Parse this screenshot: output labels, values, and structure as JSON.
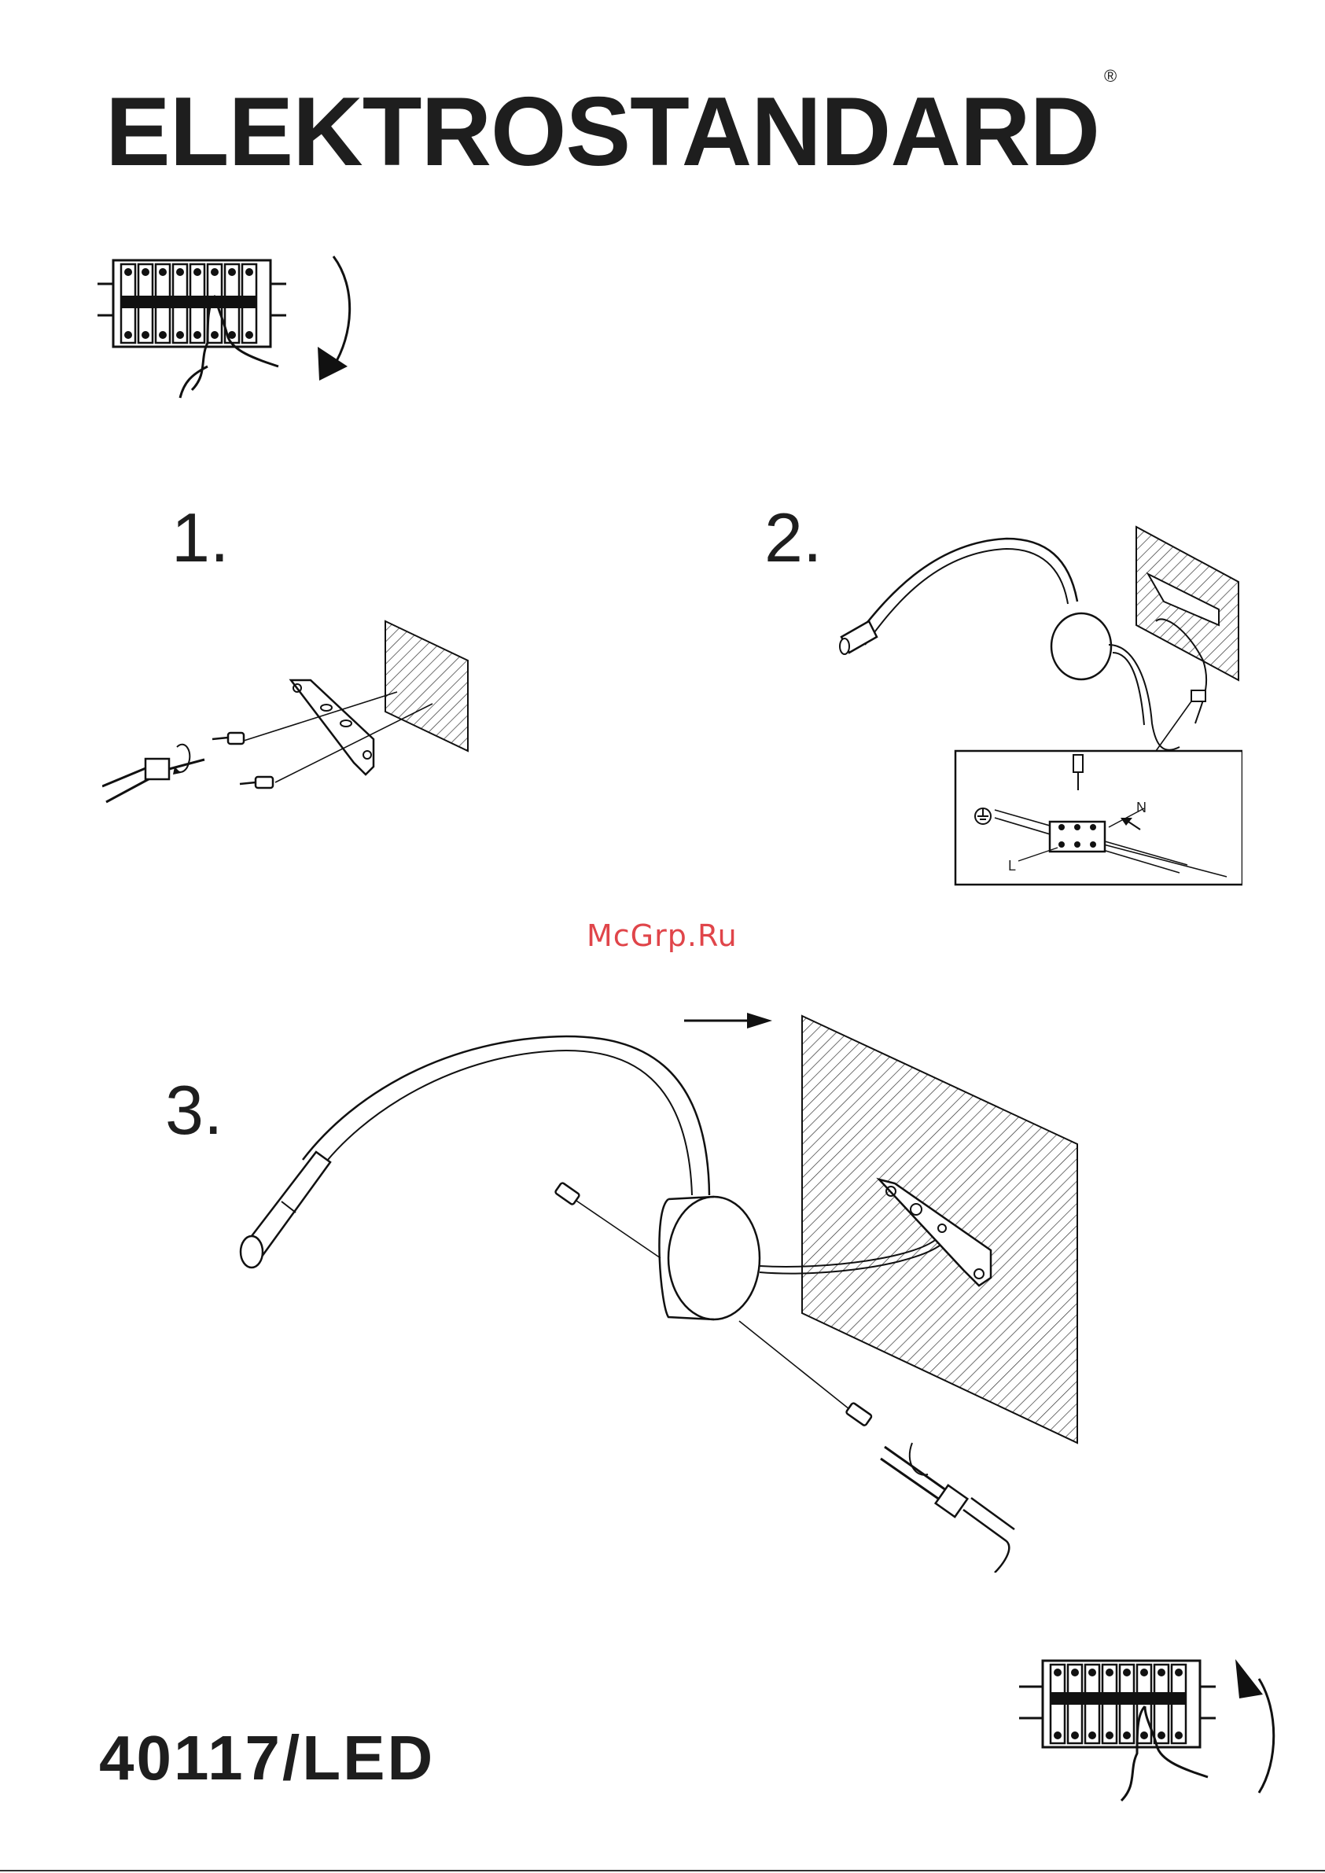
{
  "header": {
    "brand": "ELEKTROSTANDARD",
    "registered_mark": "®"
  },
  "steps": [
    "1.",
    "2.",
    "3."
  ],
  "wiring": {
    "neutral_label": "N",
    "live_label": "L",
    "ground_symbol": "ground-icon"
  },
  "watermark": "McGrp.Ru",
  "footer": {
    "model": "40117/LED"
  },
  "colors": {
    "ink": "#1e1e1e",
    "watermark": "#e0454a",
    "background": "#ffffff"
  }
}
